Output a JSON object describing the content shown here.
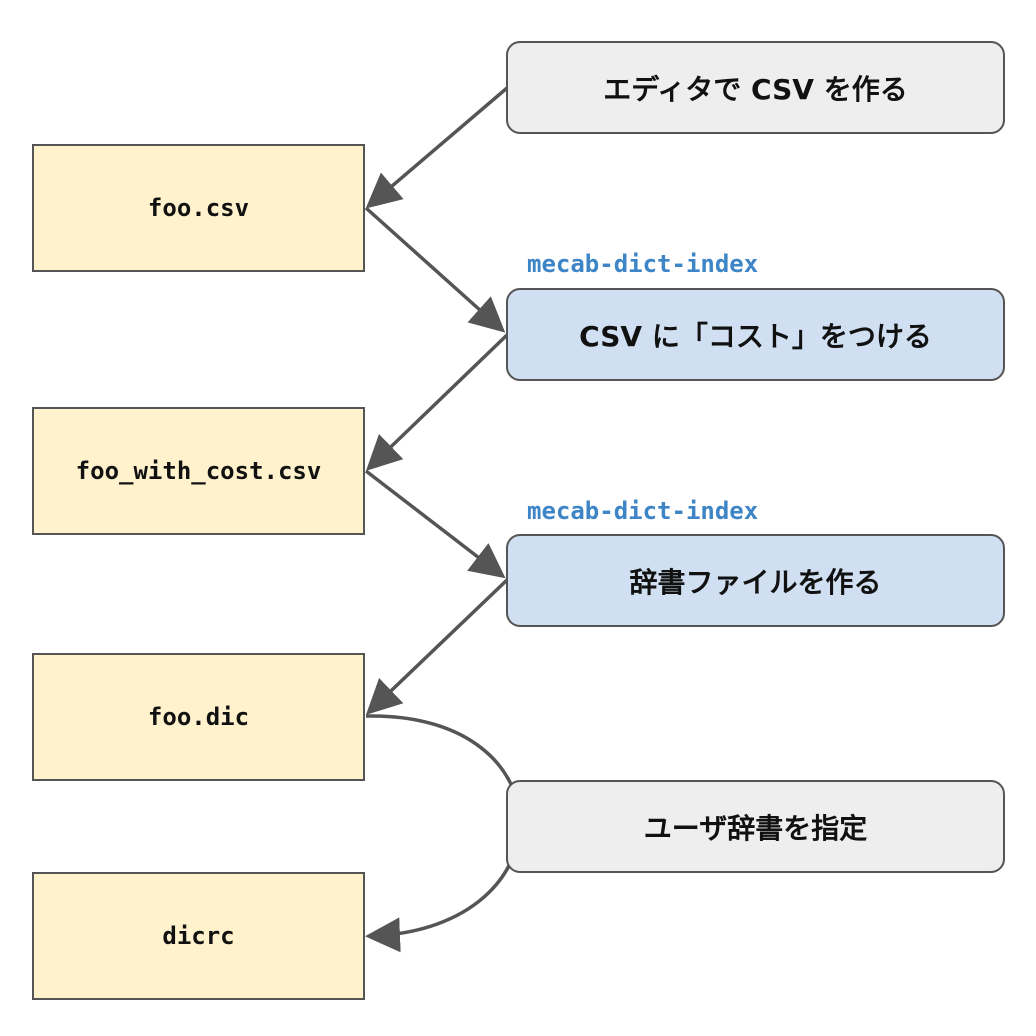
{
  "files": {
    "foo_csv": "foo.csv",
    "foo_with_cost_csv": "foo_with_cost.csv",
    "foo_dic": "foo.dic",
    "dicrc": "dicrc"
  },
  "steps": {
    "edit_csv": "エディタで CSV を作る",
    "add_cost": "CSV に「コスト」をつける",
    "make_dict": "辞書ファイルを作る",
    "user_dict": "ユーザ辞書を指定"
  },
  "commands": {
    "add_cost_cmd": "mecab-dict-index",
    "make_dict_cmd": "mecab-dict-index"
  },
  "colors": {
    "file_fill": "#fff2cc",
    "step_gray_fill": "#eeeeee",
    "step_blue_fill": "#d0e0f2",
    "command_text": "#3d85c6",
    "stroke": "#555555"
  }
}
